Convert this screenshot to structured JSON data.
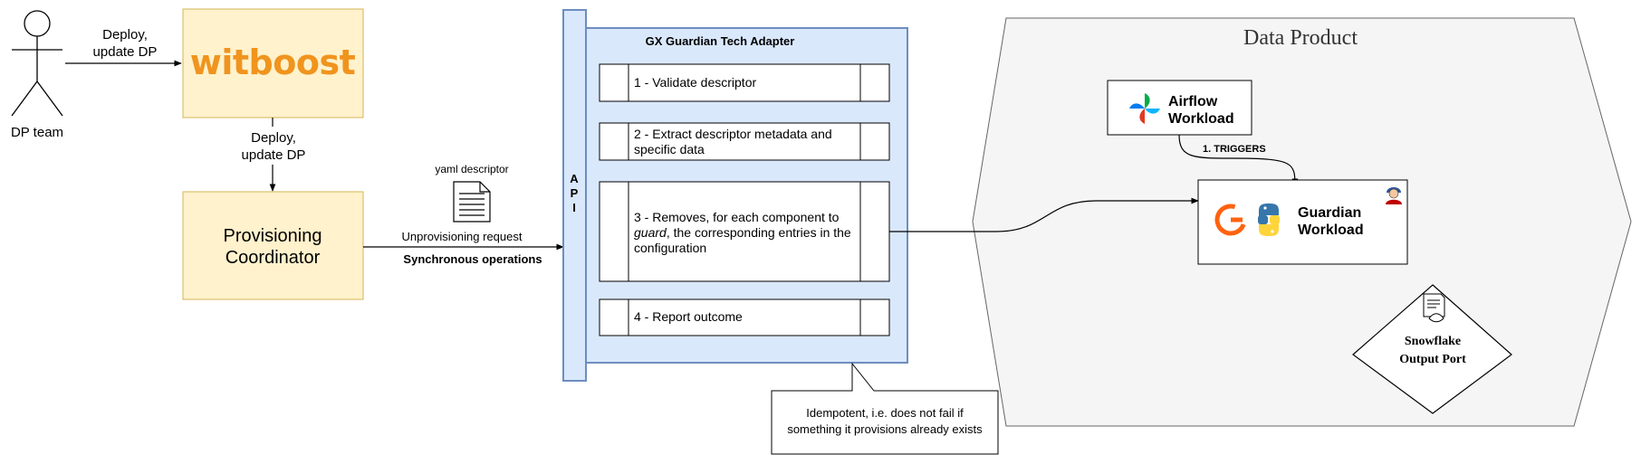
{
  "actor": {
    "label": "DP team"
  },
  "witboost": {
    "logo_text": "witboost",
    "brand_color": "#F0941E"
  },
  "edges": {
    "deploy_top_line1": "Deploy,",
    "deploy_top_line2": "update DP",
    "deploy_mid_line1": "Deploy,",
    "deploy_mid_line2": "update DP",
    "unprovisioning_request": "Unprovisioning request",
    "synchronous_operations": "Synchronous operations",
    "triggers": "1. TRIGGERS"
  },
  "coordinator": {
    "line1": "Provisioning",
    "line2": "Coordinator"
  },
  "yaml": {
    "label": "yaml descriptor"
  },
  "api": {
    "letters": [
      "A",
      "P",
      "I"
    ]
  },
  "adapter": {
    "title": "GX Guardian Tech Adapter",
    "step1": "1 - Validate descriptor",
    "step2_line1": "2 - Extract descriptor metadata and",
    "step2_line2": "specific data",
    "step3_line1": "3 - Removes, for each component to",
    "step3_line2_italic": "guard",
    "step3_line2_rest": ", the corresponding entries in the",
    "step3_line3": "configuration",
    "step4": "4 - Report outcome"
  },
  "note": {
    "line1": "Idempotent, i.e. does not fail if",
    "line2": "something it provisions already exists"
  },
  "data_product": {
    "title": "Data Product",
    "airflow": {
      "line1": "Airflow",
      "line2": "Workload"
    },
    "guardian": {
      "line1": "Guardian",
      "line2": "Workload"
    },
    "snowflake": {
      "line1": "Snowflake",
      "line2": "Output Port"
    }
  },
  "colors": {
    "yellow_fill": "#FFF2CC",
    "yellow_stroke": "#D6B656",
    "blue_fill": "#DAE8FC",
    "blue_stroke": "#6C8EBF",
    "hex_fill": "#F5F5F5",
    "hex_stroke": "#666666",
    "gx_orange": "#FF6310",
    "python_blue": "#3776AB",
    "python_yellow": "#FFD43B"
  }
}
